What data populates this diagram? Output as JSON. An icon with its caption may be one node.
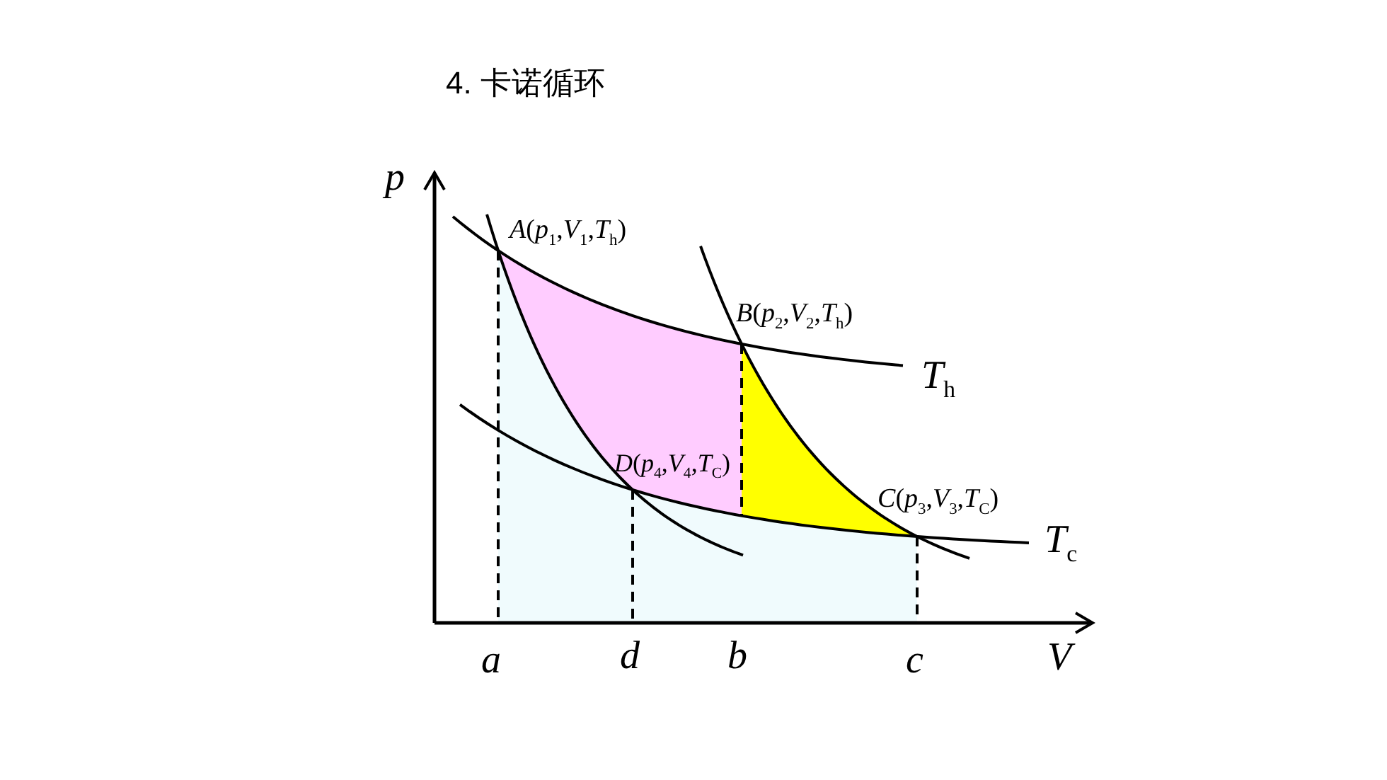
{
  "diagram": {
    "title": "4. 卡诺循环",
    "labels": [
      "p",
      "*A*(*p*$_{1}$,*V*$_{1}$,*T*$_{h}$)",
      "*B*(*p*$_{2}$,*V*$_{2}$,*T*$_{h}$)",
      "*T*$_{h}$",
      "*D*(*p*$_{4}$,*V*$_{4}$,*T*$_{C}$)",
      "*C*(*p*$_{3}$,*V*$_{3}$,*T*$_{C}$)",
      "*T*$_{c}$",
      "a",
      "d",
      "b",
      "c",
      "V"
    ]
  }
}
